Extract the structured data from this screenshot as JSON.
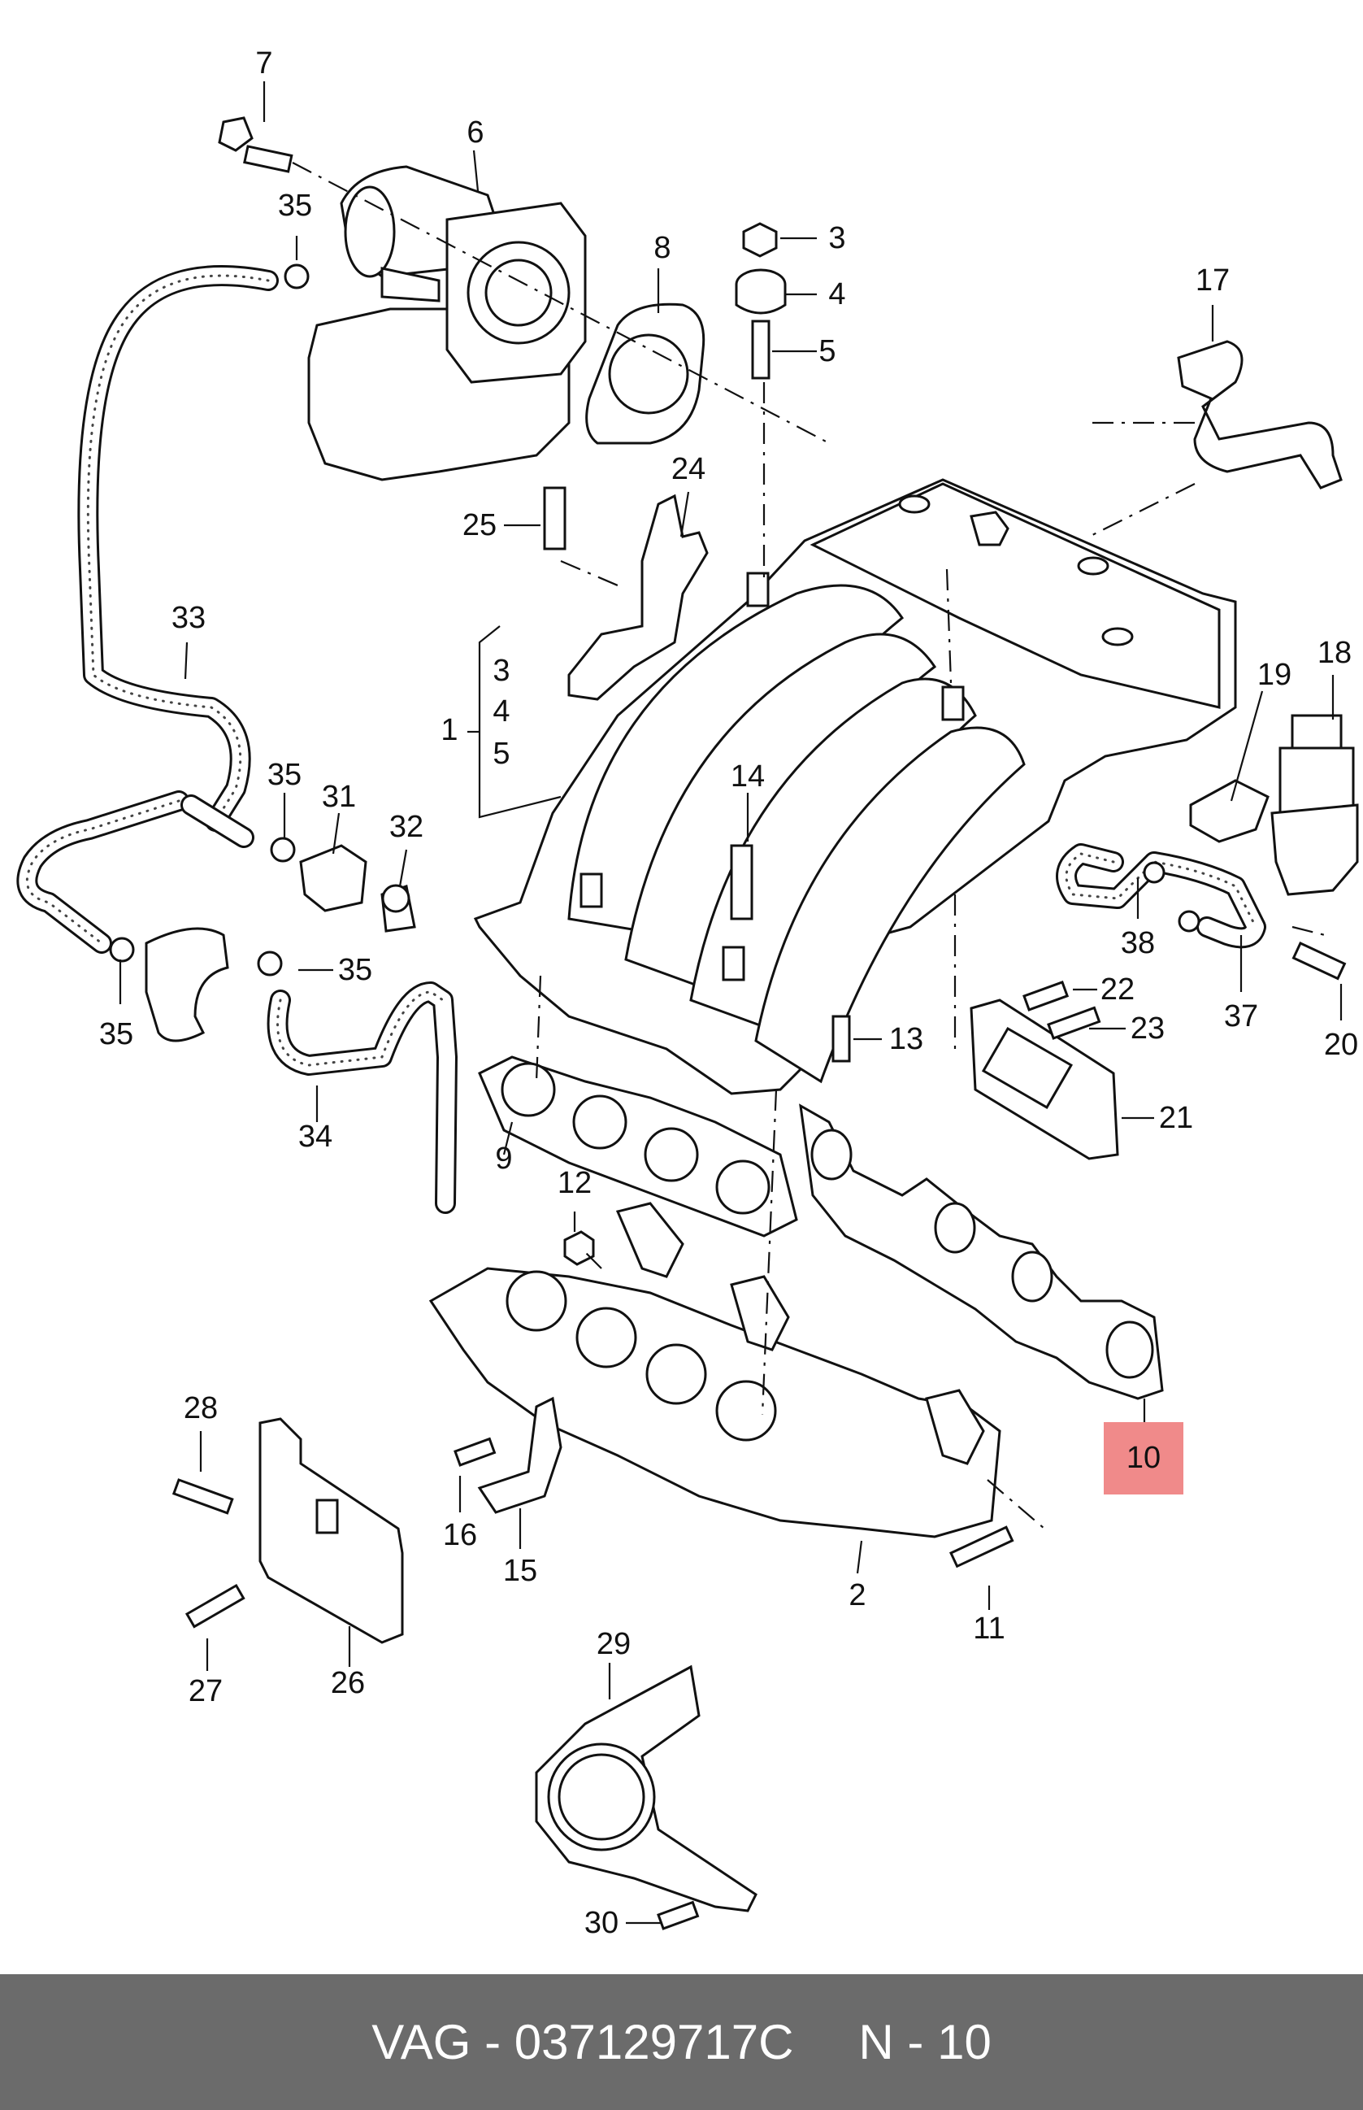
{
  "diagram": {
    "part_labels": [
      {
        "id": "p7",
        "text": "7"
      },
      {
        "id": "p6",
        "text": "6"
      },
      {
        "id": "p35a",
        "text": "35"
      },
      {
        "id": "p8",
        "text": "8"
      },
      {
        "id": "p3a",
        "text": "3"
      },
      {
        "id": "p4a",
        "text": "4"
      },
      {
        "id": "p5a",
        "text": "5"
      },
      {
        "id": "p17",
        "text": "17"
      },
      {
        "id": "p24",
        "text": "24"
      },
      {
        "id": "p25",
        "text": "25"
      },
      {
        "id": "p33",
        "text": "33"
      },
      {
        "id": "p3b",
        "text": "3"
      },
      {
        "id": "p4b",
        "text": "4"
      },
      {
        "id": "p1",
        "text": "1"
      },
      {
        "id": "p5b",
        "text": "5"
      },
      {
        "id": "p18",
        "text": "18"
      },
      {
        "id": "p19",
        "text": "19"
      },
      {
        "id": "p14",
        "text": "14"
      },
      {
        "id": "p35b",
        "text": "35"
      },
      {
        "id": "p31",
        "text": "31"
      },
      {
        "id": "p32",
        "text": "32"
      },
      {
        "id": "p35c",
        "text": "35"
      },
      {
        "id": "p35d",
        "text": "35"
      },
      {
        "id": "p38",
        "text": "38"
      },
      {
        "id": "p22",
        "text": "22"
      },
      {
        "id": "p23",
        "text": "23"
      },
      {
        "id": "p13",
        "text": "13"
      },
      {
        "id": "p37",
        "text": "37"
      },
      {
        "id": "p20",
        "text": "20"
      },
      {
        "id": "p21",
        "text": "21"
      },
      {
        "id": "p34",
        "text": "34"
      },
      {
        "id": "p9",
        "text": "9"
      },
      {
        "id": "p12",
        "text": "12"
      },
      {
        "id": "p28",
        "text": "28"
      },
      {
        "id": "p16",
        "text": "16"
      },
      {
        "id": "p15",
        "text": "15"
      },
      {
        "id": "p2",
        "text": "2"
      },
      {
        "id": "p11",
        "text": "11"
      },
      {
        "id": "p27",
        "text": "27"
      },
      {
        "id": "p26",
        "text": "26"
      },
      {
        "id": "p29",
        "text": "29"
      },
      {
        "id": "p30",
        "text": "30"
      }
    ],
    "highlighted_part": {
      "text": "10",
      "color": "#f08a8a"
    }
  },
  "footer": {
    "part_number": "VAG - 037129717C",
    "position": "N - 10",
    "background": "#6b6b6b",
    "text_color": "#ffffff"
  }
}
